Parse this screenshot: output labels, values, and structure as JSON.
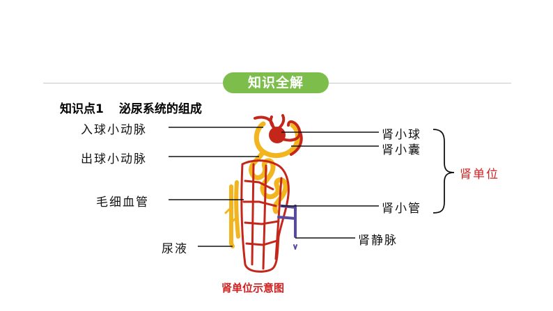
{
  "section_badge": "知识全解",
  "heading": {
    "number": "知识点1",
    "title": "泌尿系统的组成"
  },
  "labels": {
    "afferent_arteriole": "入球小动脉",
    "efferent_arteriole": "出球小动脉",
    "capillaries": "毛细血管",
    "urine": "尿液",
    "glomerulus": "肾小球",
    "capsule": "肾小囊",
    "tubule": "肾小管",
    "renal_vein": "肾静脉",
    "nephron": "肾单位"
  },
  "caption": "肾单位示意图",
  "colors": {
    "badge": "#7cbd4b",
    "accent_red": "#d11f1f",
    "vessel_red": "#c4261a",
    "tubule_yellow": "#f2b51f",
    "vein_purple": "#5a4a9e"
  }
}
